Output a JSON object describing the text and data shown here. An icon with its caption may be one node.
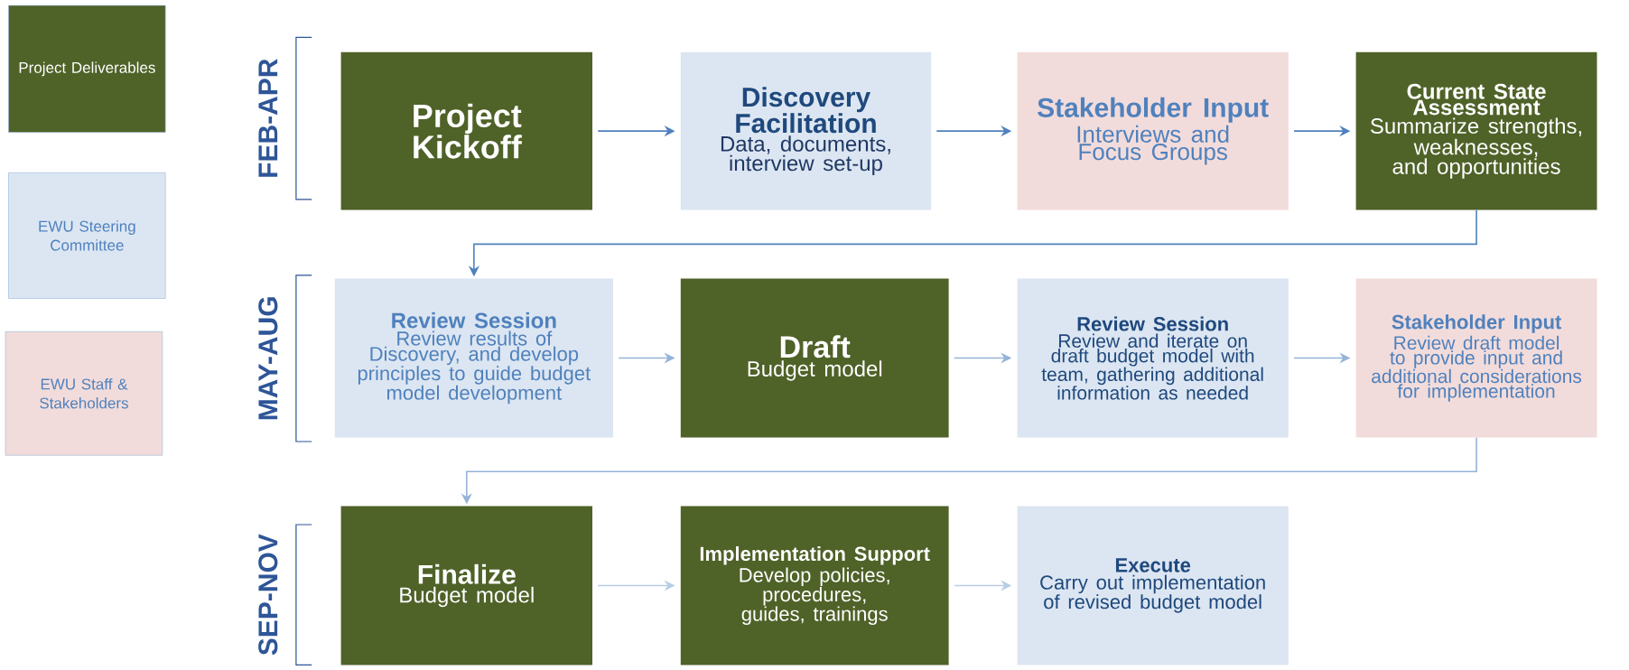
{
  "diagram": {
    "nodes": [
      {
        "text": [
          "Project Kickoff"
        ]
      },
      {
        "text": [
          "Discovery Facilitation",
          "Data, documents, interview set-up"
        ]
      },
      {
        "text": [
          "Stakeholder Input",
          "Interviews and Focus Groups"
        ]
      },
      {
        "text": [
          "Current State Assessment",
          "Summarize strengths, weaknesses, and opportunities"
        ]
      },
      {
        "text": [
          "Review Session",
          "Review results of Discovery, and develop principles to guide budget model development"
        ]
      },
      {
        "text": [
          "Draft",
          "Budget model"
        ]
      },
      {
        "text": [
          "Review Session",
          "Review and iterate on draft budget model with team, gathering additional information as needed"
        ]
      },
      {
        "text": [
          "Stakeholder Input",
          "Review draft model to provide input and additional considerations for implementation"
        ]
      },
      {
        "text": [
          "Finalize",
          "Budget model"
        ]
      },
      {
        "text": [
          "Implementation Support",
          "Develop policies, procedures, guides, trainings"
        ]
      },
      {
        "text": [
          "Execute",
          "Carry out implementation of revised budget model"
        ]
      }
    ],
    "edges": [
      {
        "from": 0,
        "to": 1,
        "arrow": "to"
      },
      {
        "from": 1,
        "to": 2,
        "arrow": "to"
      },
      {
        "from": 2,
        "to": 3,
        "arrow": "to"
      },
      {
        "from": 3,
        "to": 4,
        "arrow": "to"
      },
      {
        "from": 4,
        "to": 5,
        "arrow": "to",
        "color": "#95b3d7"
      },
      {
        "from": 5,
        "to": 6,
        "arrow": "to",
        "color": "#95b3d7"
      },
      {
        "from": 6,
        "to": 7,
        "arrow": "to",
        "color": "#95b3d7"
      },
      {
        "from": 7,
        "to": 8,
        "arrow": "to",
        "color": "#95b3d7"
      },
      {
        "from": 8,
        "to": 9,
        "arrow": "to",
        "color": "#b9cde5"
      },
      {
        "from": 9,
        "to": 10,
        "arrow": "to",
        "color": "#b9cde5"
      }
    ],
    "labels": [
      "FEB-APR",
      "MAY-AUG",
      "SEP-NOV"
    ],
    "legend": [
      {
        "text": "Project Deliverables",
        "color": "#4f6228"
      },
      {
        "text": "EWU Steering Committee",
        "color": "#dce6f2"
      },
      {
        "text": "EWU Staff & Stakeholders",
        "color": "#f2dcdb"
      }
    ]
  }
}
